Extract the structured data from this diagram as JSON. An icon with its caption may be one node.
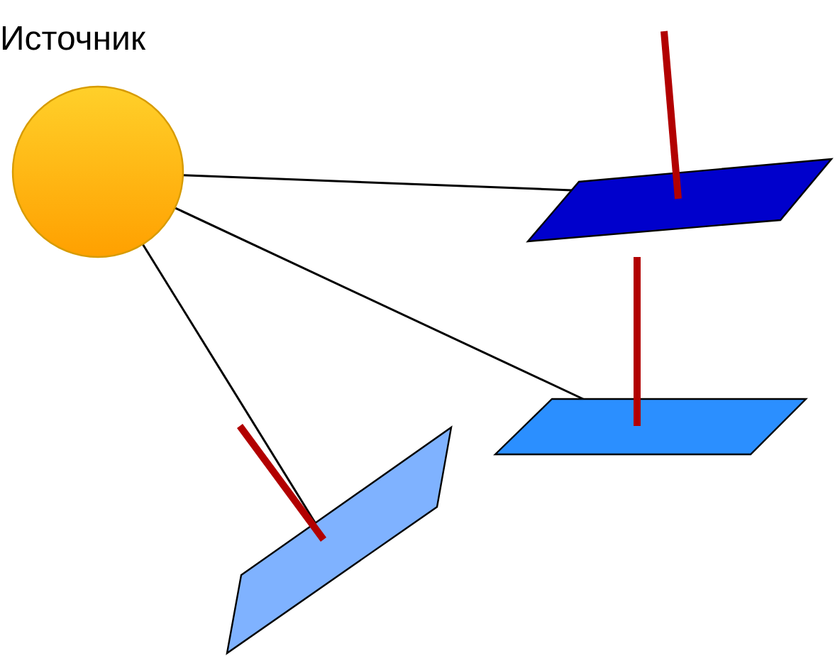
{
  "diagram": {
    "nodes": [
      {
        "text": [
          "Источник"
        ]
      },
      {
        "text": [],
        "shape": "parallelogram"
      },
      {
        "text": [],
        "shape": "parallelogram"
      },
      {
        "text": [],
        "shape": "parallelogram"
      }
    ],
    "edges": [
      {
        "from": 0,
        "to": 1,
        "arrow": "none"
      },
      {
        "from": 0,
        "to": 2,
        "arrow": "none"
      },
      {
        "from": 0,
        "to": 3,
        "arrow": "none"
      }
    ]
  }
}
